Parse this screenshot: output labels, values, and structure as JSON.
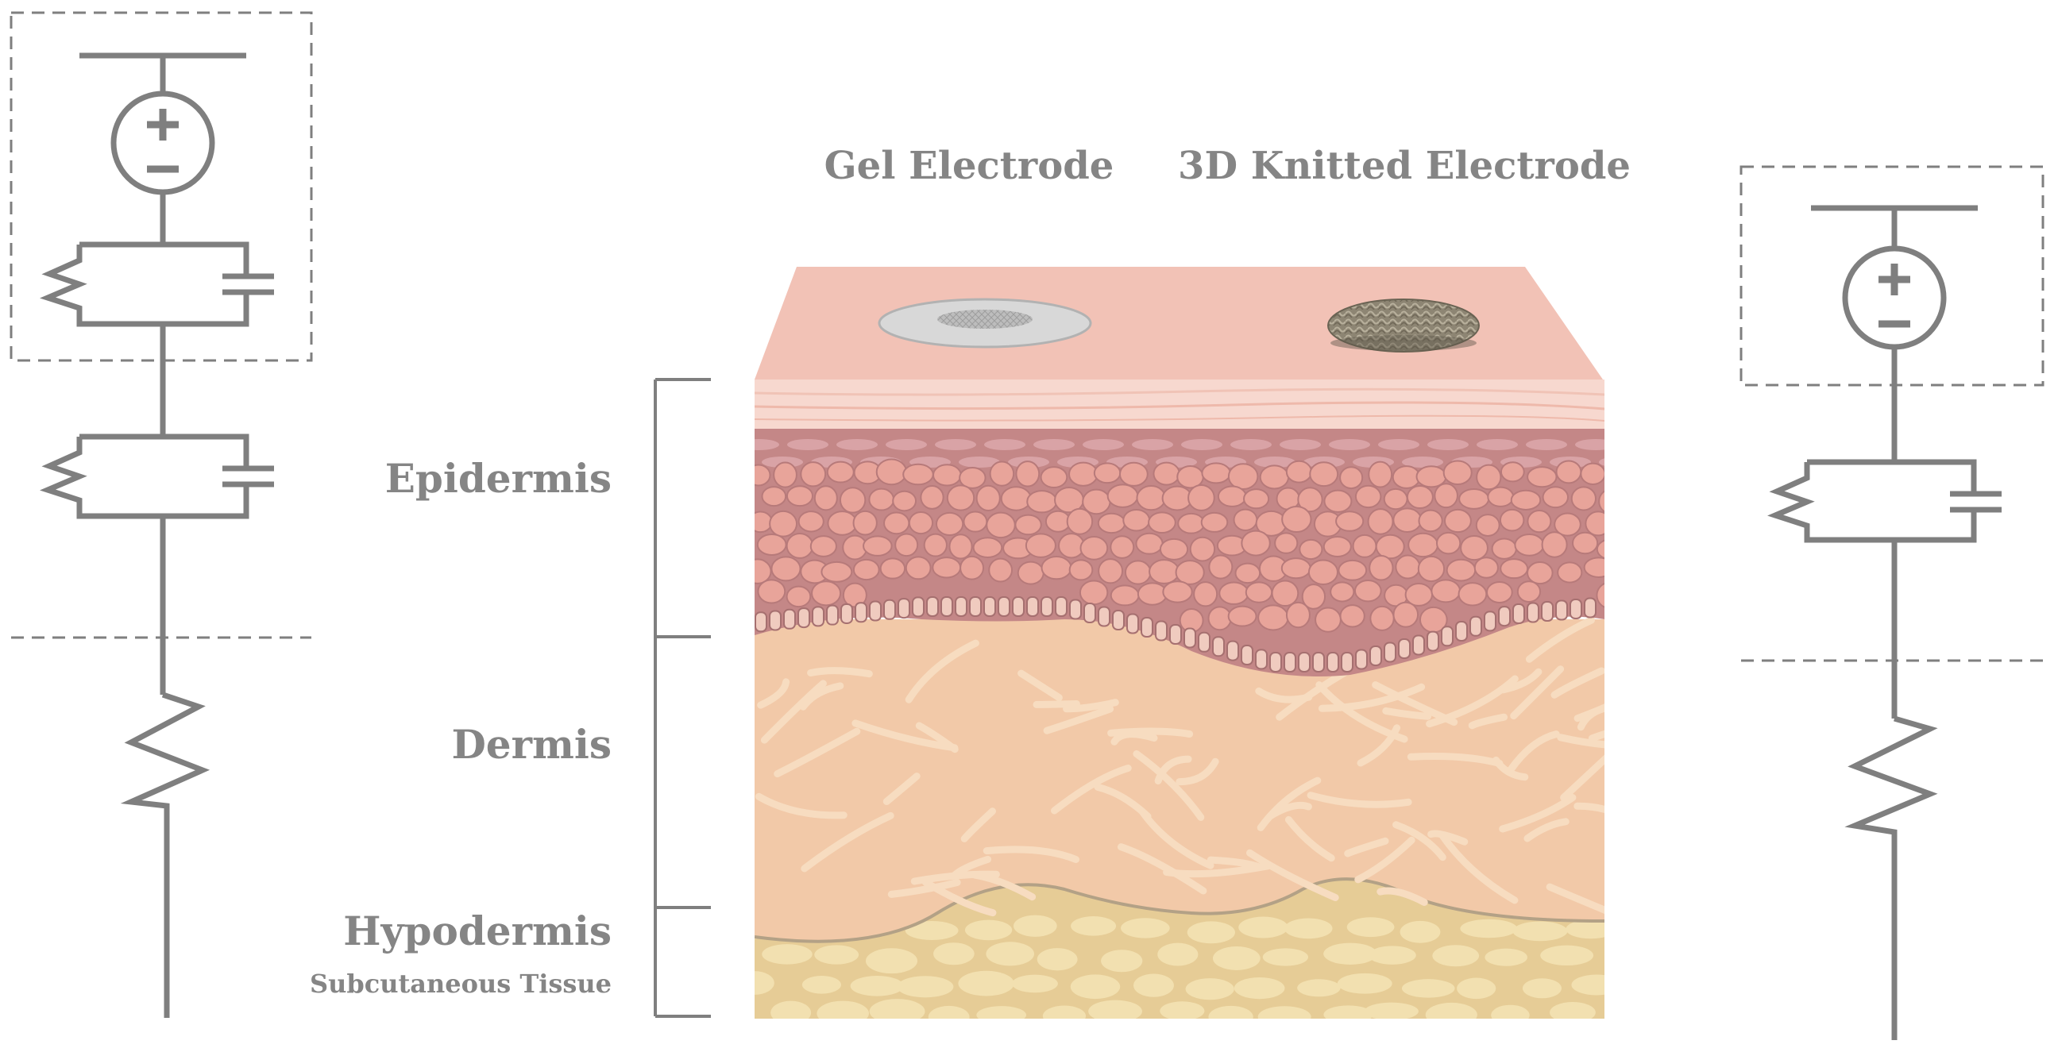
{
  "electrodes": {
    "gel_label": "Gel Electrode",
    "knitted_label": "3D Knitted Electrode"
  },
  "layers": {
    "epidermis": "Epidermis",
    "dermis": "Dermis",
    "hypodermis": "Hypodermis",
    "hypodermis_sub": "Subcutaneous Tissue"
  },
  "colors": {
    "circuit": "#7f7f7f",
    "label": "#858585",
    "skin_top": "#f2c2b6",
    "skin_front": "#f7d8cf",
    "epidermis": "#c98a8a",
    "cell": "#e8a49a",
    "dermis": "#f2c9a8",
    "hypodermis": "#e6cc96",
    "fat": "#f2e0b0",
    "gel_disc": "#d6d6d6",
    "knitted": "#8a8270"
  }
}
